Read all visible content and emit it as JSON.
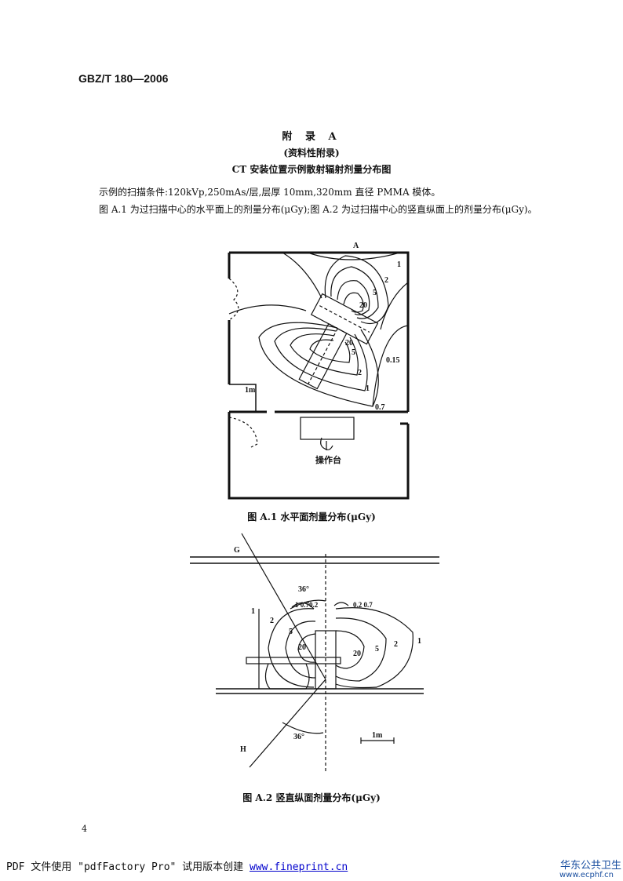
{
  "header": {
    "standard_no": "GBZ/T 180—2006"
  },
  "appendix": {
    "title": "附 录 A",
    "subtitle": "(资料性附录)",
    "heading": "CT 安装位置示例散射辐射剂量分布图"
  },
  "body": {
    "para1": "示例的扫描条件:120kVp,250mAs/层,层厚 10mm,320mm 直径 PMMA 模体。",
    "para2": "图 A.1 为过扫描中心的水平面上的剂量分布(μGy);图 A.2 为过扫描中心的竖直纵面上的剂量分布(μGy)。"
  },
  "fig1": {
    "caption": "图 A.1   水平面剂量分布(μGy)",
    "label_a": "A",
    "scale": "1m",
    "console": "操作台",
    "iso_labels": [
      "1",
      "2",
      "5",
      "20",
      "20",
      "5",
      "2",
      "1",
      "0.15",
      "0.7"
    ]
  },
  "fig2": {
    "caption": "图 A.2   竖直纵面剂量分布(μGy)",
    "label_g": "G",
    "label_h": "H",
    "angle_top": "36°",
    "angle_bottom": "36°",
    "scale": "1m",
    "left_labels": [
      "1",
      "2",
      "5",
      "20"
    ],
    "left_top": "1 0.70.2",
    "right_top": "0.2 0.7",
    "right_labels": [
      "20",
      "5",
      "2",
      "1"
    ]
  },
  "page_number": "4",
  "footer": {
    "text": "PDF 文件使用 \"pdfFactory Pro\" 试用版本创建",
    "link": "www.fineprint.cn"
  },
  "watermark": {
    "name": "华东公共卫生",
    "url": "www.ecphf.cn"
  }
}
